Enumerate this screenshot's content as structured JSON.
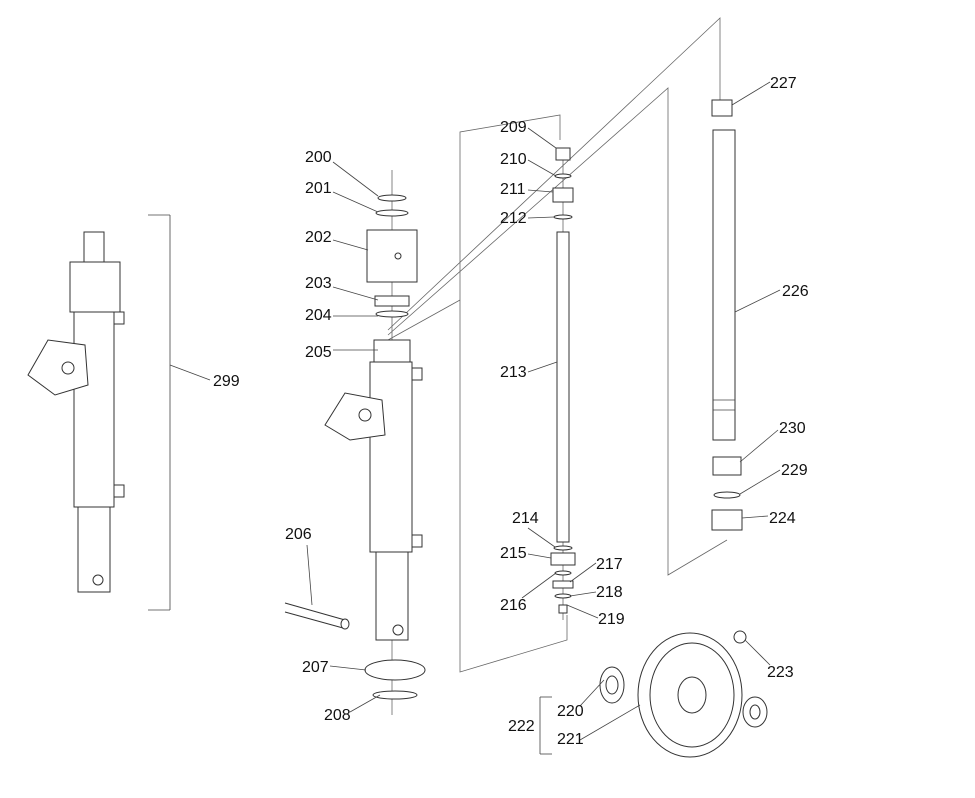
{
  "labels": {
    "p200": "200",
    "p201": "201",
    "p202": "202",
    "p203": "203",
    "p204": "204",
    "p205": "205",
    "p206": "206",
    "p207": "207",
    "p208": "208",
    "p209": "209",
    "p210": "210",
    "p211": "211",
    "p212": "212",
    "p213": "213",
    "p214": "214",
    "p215": "215",
    "p216": "216",
    "p217": "217",
    "p218": "218",
    "p219": "219",
    "p220": "220",
    "p221": "221",
    "p222": "222",
    "p223": "223",
    "p224": "224",
    "p226": "226",
    "p227": "227",
    "p229": "229",
    "p230": "230",
    "p299": "299"
  }
}
